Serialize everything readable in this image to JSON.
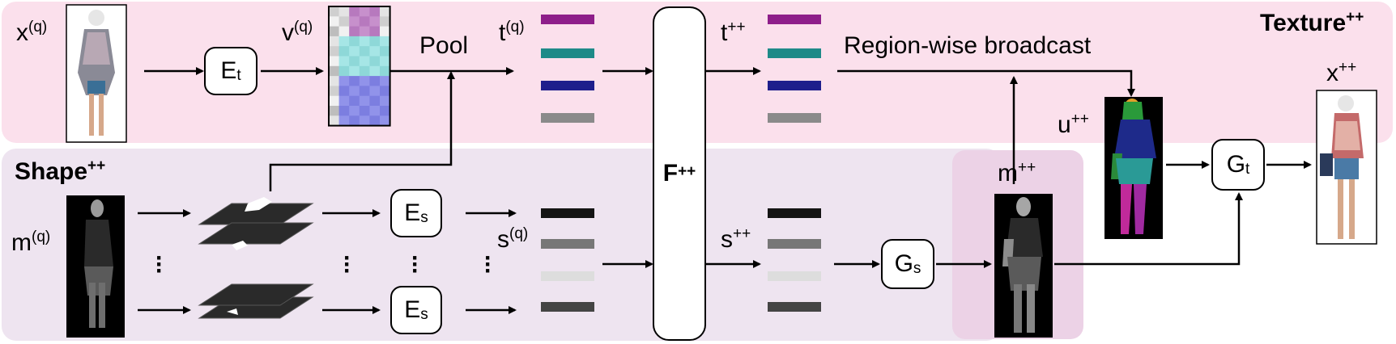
{
  "panels": {
    "texture_title": "Texture",
    "texture_title_sup": "++",
    "shape_title": "Shape",
    "shape_title_sup": "++"
  },
  "labels": {
    "x_q": "x",
    "x_q_sup": "(q)",
    "v_q": "v",
    "v_q_sup": "(q)",
    "t_q": "t",
    "t_q_sup": "(q)",
    "t_pp": "t",
    "t_pp_sup": "++",
    "m_q": "m",
    "m_q_sup": "(q)",
    "s_q": "s",
    "s_q_sup": "(q)",
    "s_pp": "s",
    "s_pp_sup": "++",
    "m_pp": "m",
    "m_pp_sup": "++",
    "u_pp": "u",
    "u_pp_sup": "++",
    "x_pp": "x",
    "x_pp_sup": "++",
    "pool": "Pool",
    "broadcast": "Region-wise broadcast"
  },
  "blocks": {
    "et": "E",
    "et_sub": "t",
    "es1": "E",
    "es1_sub": "s",
    "es2": "E",
    "es2_sub": "s",
    "f": "F",
    "f_sup": "++",
    "gs": "G",
    "gs_sub": "s",
    "gt": "G",
    "gt_sub": "t"
  },
  "colors": {
    "texture_bg": "#fbe0ec",
    "shape_bg": "#eee4f0",
    "mpp_bg": "#ecd2e6",
    "t_bar1": "#8e1e8a",
    "t_bar2": "#1e8a88",
    "t_bar3": "#1e1e8c",
    "t_bar4": "#8a8a8a",
    "s_bar1": "#141414",
    "s_bar2": "#777777",
    "s_bar3": "#dddddd",
    "s_bar4": "#444444"
  },
  "icons": [
    "person-photo",
    "segmentation-map",
    "feature-grid",
    "binary-mask-stack"
  ]
}
